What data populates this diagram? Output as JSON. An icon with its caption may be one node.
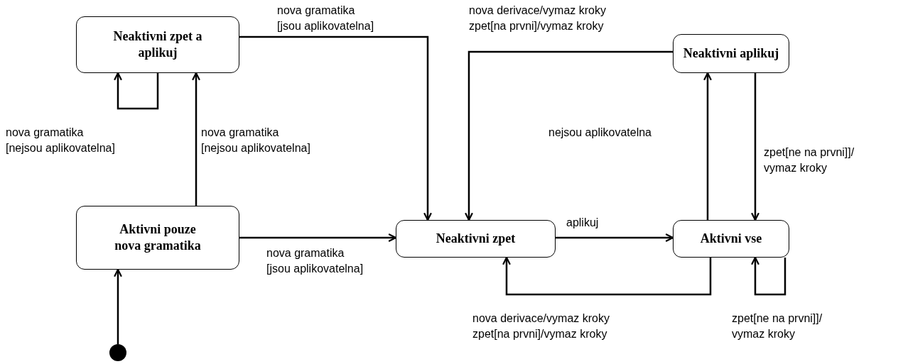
{
  "diagram": {
    "nodes": [
      {
        "text": [
          "Neaktivni zpet a aplikuj"
        ]
      },
      {
        "text": [
          "Neaktivni aplikuj"
        ]
      },
      {
        "text": [
          "Aktivni pouze nova gramatika"
        ]
      },
      {
        "text": [
          "Neaktivni zpet"
        ]
      },
      {
        "text": [
          "Aktivni vse"
        ]
      },
      {
        "text": [],
        "shape": "circle"
      }
    ],
    "edges": [
      {
        "from": 0,
        "to": 0,
        "arrow": "to",
        "label": "nova gramatika [nejsou aplikovatelna]"
      },
      {
        "from": 2,
        "to": 0,
        "arrow": "to",
        "label": "nova gramatika [nejsou aplikovatelna]"
      },
      {
        "from": 0,
        "to": 3,
        "arrow": "to",
        "label": "nova gramatika [jsou aplikovatelna]"
      },
      {
        "from": 1,
        "to": 3,
        "arrow": "to",
        "label": "nova derivace/vymaz kroky zpet[na prvni]/vymaz kroky"
      },
      {
        "from": 2,
        "to": 3,
        "arrow": "to",
        "label": "nova gramatika [jsou aplikovatelna]"
      },
      {
        "from": 3,
        "to": 4,
        "arrow": "to",
        "label": "aplikuj"
      },
      {
        "from": 4,
        "to": 1,
        "arrow": "to",
        "label": "nejsou aplikovatelna"
      },
      {
        "from": 1,
        "to": 4,
        "arrow": "to",
        "label": "zpet[ne na prvni]]/ vymaz kroky"
      },
      {
        "from": 4,
        "to": 3,
        "arrow": "to",
        "label": "nova derivace/vymaz kroky zpet[na prvni]/vymaz kroky"
      },
      {
        "from": 4,
        "to": 4,
        "arrow": "to",
        "label": "zpet[ne na prvni]]/ vymaz kroky"
      },
      {
        "from": 5,
        "to": 2,
        "arrow": "to"
      }
    ]
  }
}
